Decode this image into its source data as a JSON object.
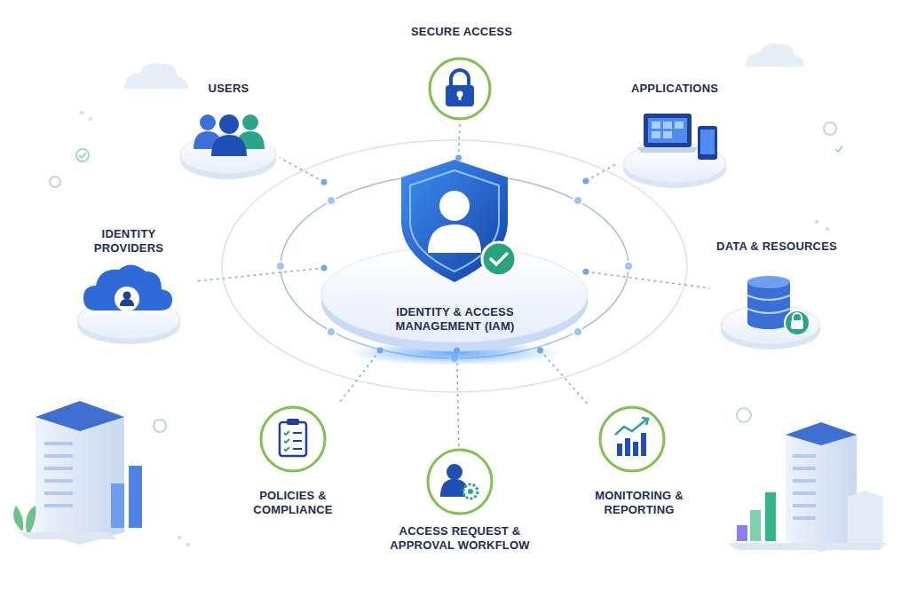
{
  "diagram": {
    "nodes": [
      {
        "text": [
          "SECURE ACCESS"
        ]
      },
      {
        "text": [
          "USERS"
        ]
      },
      {
        "text": [
          "APPLICATIONS"
        ]
      },
      {
        "text": [
          "IDENTITY & ACCESS MANAGEMENT (IAM)"
        ]
      },
      {
        "text": [
          "IDENTITY PROVIDERS"
        ]
      },
      {
        "text": [
          "DATA & RESOURCES"
        ]
      },
      {
        "text": [
          "POLICIES & COMPLIANCE"
        ]
      },
      {
        "text": [
          "ACCESS REQUEST & APPROVAL WORKFLOW"
        ]
      },
      {
        "text": [
          "MONITORING & REPORTING"
        ]
      }
    ],
    "edges": [
      {
        "from": 3,
        "to": 0,
        "arrow": "none"
      },
      {
        "from": 3,
        "to": 1,
        "arrow": "none"
      },
      {
        "from": 3,
        "to": 2,
        "arrow": "none"
      },
      {
        "from": 3,
        "to": 4,
        "arrow": "none"
      },
      {
        "from": 3,
        "to": 5,
        "arrow": "none"
      },
      {
        "from": 3,
        "to": 6,
        "arrow": "none"
      },
      {
        "from": 3,
        "to": 7,
        "arrow": "none"
      },
      {
        "from": 3,
        "to": 8,
        "arrow": "none"
      }
    ]
  }
}
